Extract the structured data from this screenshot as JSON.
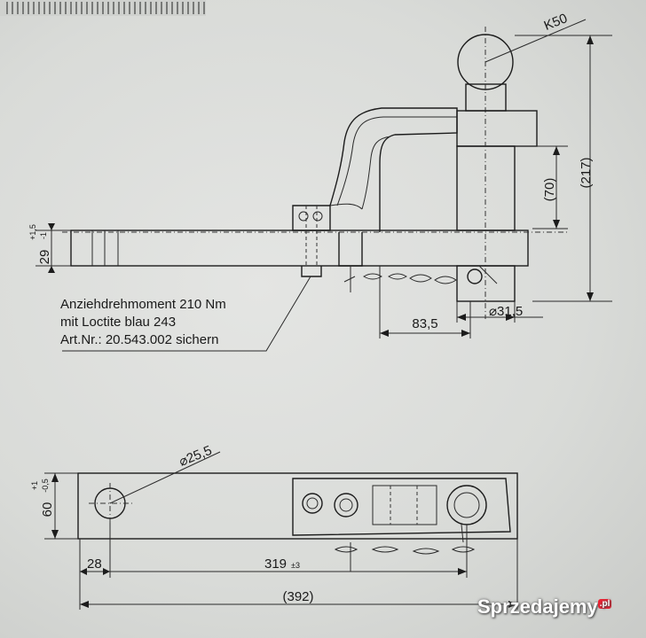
{
  "drawing": {
    "side_view": {
      "ball_label": "K50",
      "height_total": "(217)",
      "height_ball_neck": "(70)",
      "bar_height": "29",
      "bar_tol_upper": "+1,5",
      "bar_tol_lower": "-1",
      "offset_length": "83,5",
      "ball_neck_diameter": "⌀31,5"
    },
    "note": {
      "line1": "Anziehdrehmoment 210 Nm",
      "line2": "mit Loctite blau 243",
      "line3": "Art.Nr.: 20.543.002 sichern"
    },
    "top_view": {
      "hole_diameter": "⌀25,5",
      "bar_width": "60",
      "bar_width_tol_upper": "+1",
      "bar_width_tol_lower": "-0,5",
      "hole_offset": "28",
      "length_main": "319",
      "length_main_tol": "±3",
      "length_total": "(392)"
    }
  },
  "watermark": {
    "text": "Sprzedajemy",
    "suffix": ".pl"
  }
}
